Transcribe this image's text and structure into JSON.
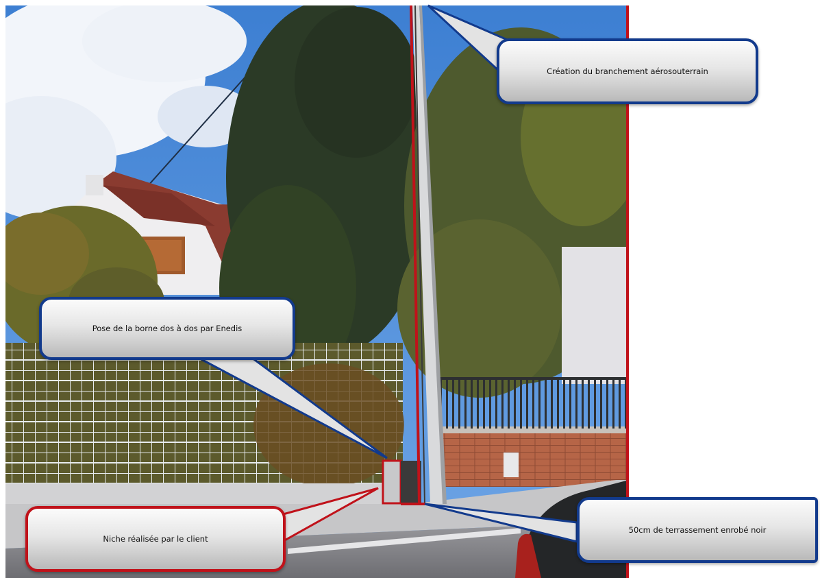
{
  "callouts": {
    "aerial": "Création du branchement aérosouterrain",
    "borne": "Pose de la borne dos à dos par Enedis",
    "niche": "Niche réalisée par le client",
    "terrassement": "50cm de terrassement enrobé noir"
  },
  "colors": {
    "callout_blue": "#123a8c",
    "callout_red": "#c0121a"
  }
}
